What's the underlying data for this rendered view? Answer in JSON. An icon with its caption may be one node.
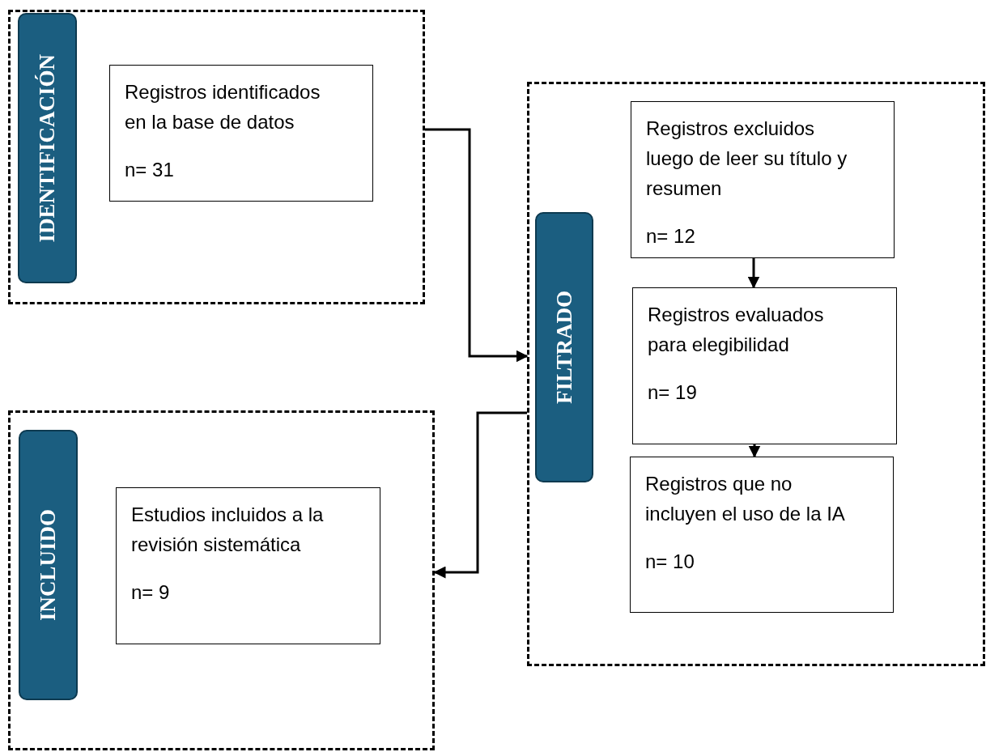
{
  "diagram": {
    "nodes": [
      {
        "text": [],
        "shape": "box"
      },
      {
        "text": [
          "IDENTIFICACIÓN"
        ],
        "in": 0
      },
      {
        "text": [
          "Registros identificados en la base de datos",
          "n= 31"
        ],
        "in": 0
      },
      {
        "text": [],
        "shape": "box"
      },
      {
        "text": [
          "FILTRADO"
        ],
        "in": 3
      },
      {
        "text": [
          "Registros excluidos luego de leer su título y resumen",
          "n= 12"
        ],
        "in": 3
      },
      {
        "text": [
          "Registros evaluados para elegibilidad",
          "n= 19"
        ],
        "in": 3
      },
      {
        "text": [
          "Registros que no incluyen el uso de la IA",
          "n= 10"
        ],
        "in": 3
      },
      {
        "text": [],
        "shape": "box"
      },
      {
        "text": [
          "INCLUIDO"
        ],
        "in": 8
      },
      {
        "text": [
          "Estudios incluidos a la revisión sistemática",
          "n= 9"
        ],
        "in": 8
      }
    ],
    "edges": [
      {
        "from": 0,
        "to": 3,
        "arrow": "to"
      },
      {
        "from": 5,
        "to": 6,
        "arrow": "to"
      },
      {
        "from": 6,
        "to": 7,
        "arrow": "to"
      },
      {
        "from": 3,
        "to": 8,
        "arrow": "to"
      }
    ]
  }
}
